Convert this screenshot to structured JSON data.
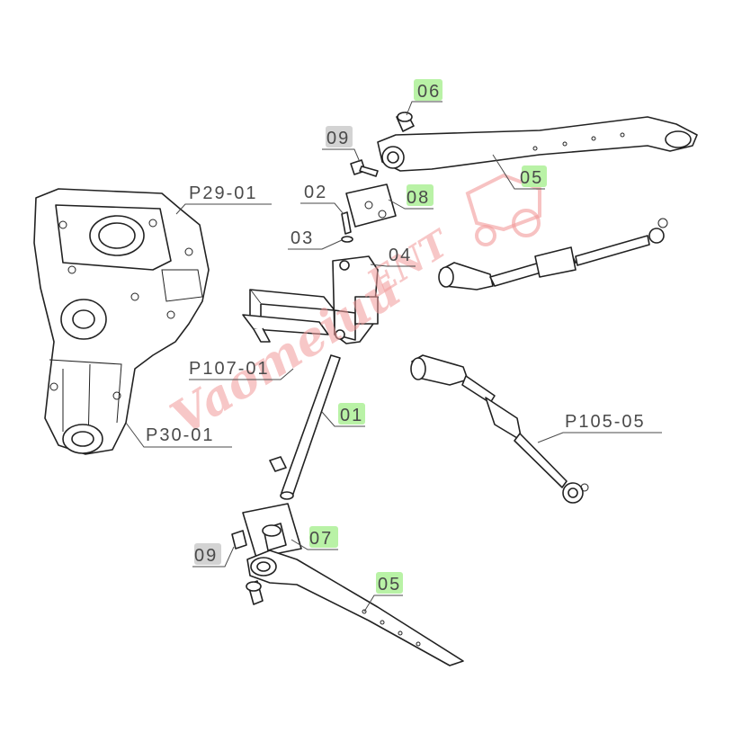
{
  "labels": {
    "p06": "06",
    "p09_top": "09",
    "p02": "02",
    "p08": "08",
    "p05_top": "05",
    "p03": "03",
    "p04": "04",
    "p29_01": "P29-01",
    "p107_01": "P107-01",
    "p01": "01",
    "p105_05": "P105-05",
    "p30_01": "P30-01",
    "p07": "07",
    "p09_bottom": "09",
    "p05_bottom": "05"
  },
  "highlight_colors": {
    "green": "#b9f2a6",
    "grey": "#d3d3d3"
  },
  "watermark_color": "#f29a9a",
  "icons": [
    "tractor-watermark-icon"
  ]
}
